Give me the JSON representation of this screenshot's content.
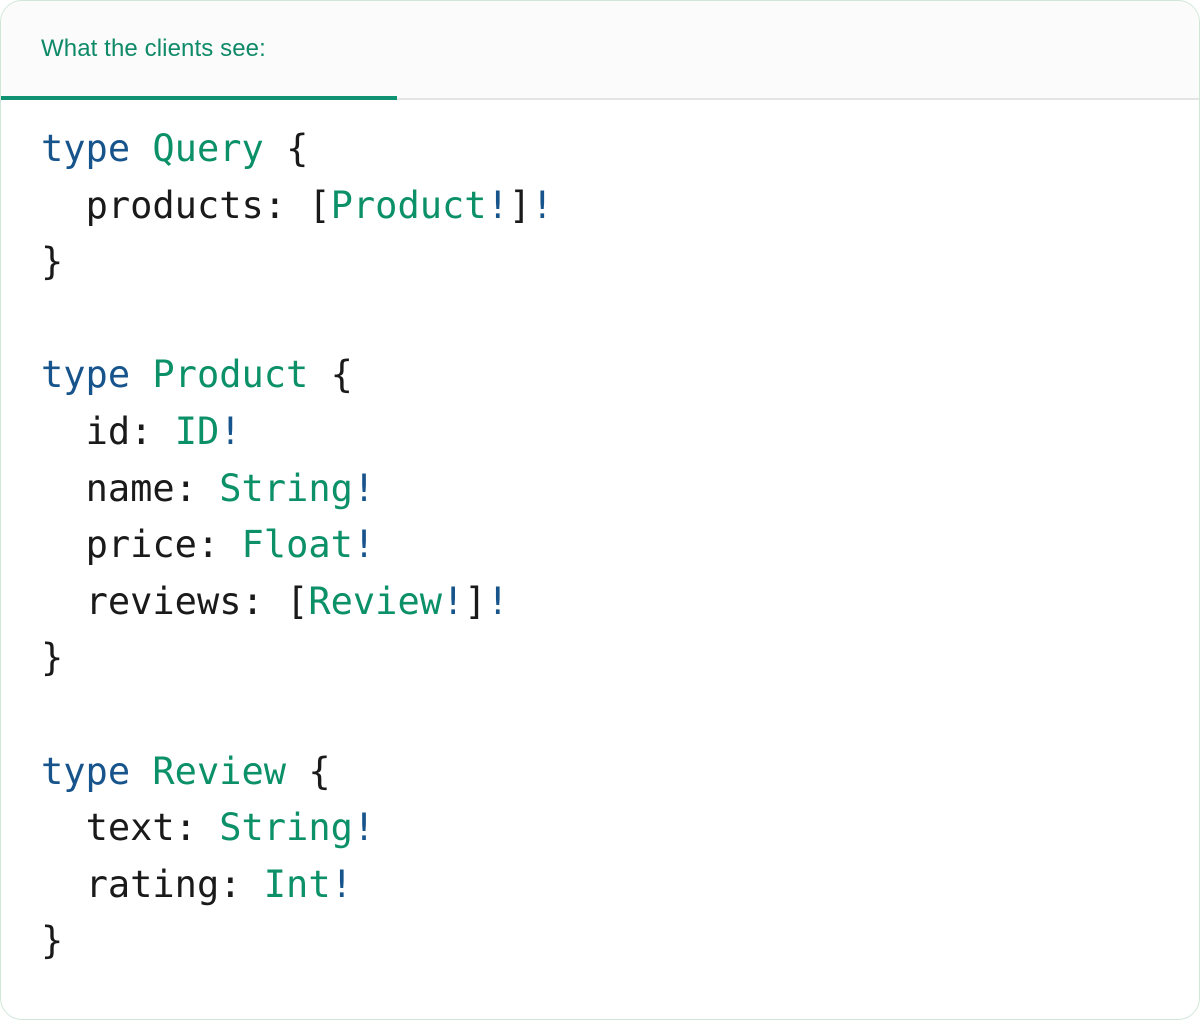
{
  "card": {
    "border_color": "#cfe6d8",
    "background": "#ffffff"
  },
  "header": {
    "background": "#fbfbfb",
    "divider_color": "#e4e4e4",
    "active_tab": {
      "label": "What the clients see:",
      "text_color": "#0f8a68",
      "underline_color": "#0f9272"
    }
  },
  "palette": {
    "keyword": "#17548c",
    "type_name": "#0b9068",
    "punctuation": "#1a1a1a",
    "non_null_bang": "#17548c",
    "field_name": "#1a1a1a"
  },
  "code": {
    "language": "graphql",
    "lines": [
      {
        "n": 1,
        "text": "type Query {",
        "tokens": [
          {
            "t": "type",
            "c": "keyword"
          },
          {
            "t": " ",
            "c": "plain"
          },
          {
            "t": "Query",
            "c": "type_name"
          },
          {
            "t": " ",
            "c": "plain"
          },
          {
            "t": "{",
            "c": "punctuation"
          }
        ]
      },
      {
        "n": 2,
        "text": "  products: [Product!]!",
        "tokens": [
          {
            "t": "  ",
            "c": "plain"
          },
          {
            "t": "products",
            "c": "field_name"
          },
          {
            "t": ":",
            "c": "punctuation"
          },
          {
            "t": " ",
            "c": "plain"
          },
          {
            "t": "[",
            "c": "punctuation"
          },
          {
            "t": "Product",
            "c": "type_name"
          },
          {
            "t": "!",
            "c": "non_null_bang"
          },
          {
            "t": "]",
            "c": "punctuation"
          },
          {
            "t": "!",
            "c": "non_null_bang"
          }
        ]
      },
      {
        "n": 3,
        "text": "}",
        "tokens": [
          {
            "t": "}",
            "c": "punctuation"
          }
        ]
      },
      {
        "n": 4,
        "text": "",
        "tokens": []
      },
      {
        "n": 5,
        "text": "type Product {",
        "tokens": [
          {
            "t": "type",
            "c": "keyword"
          },
          {
            "t": " ",
            "c": "plain"
          },
          {
            "t": "Product",
            "c": "type_name"
          },
          {
            "t": " ",
            "c": "plain"
          },
          {
            "t": "{",
            "c": "punctuation"
          }
        ]
      },
      {
        "n": 6,
        "text": "  id: ID!",
        "tokens": [
          {
            "t": "  ",
            "c": "plain"
          },
          {
            "t": "id",
            "c": "field_name"
          },
          {
            "t": ":",
            "c": "punctuation"
          },
          {
            "t": " ",
            "c": "plain"
          },
          {
            "t": "ID",
            "c": "type_name"
          },
          {
            "t": "!",
            "c": "non_null_bang"
          }
        ]
      },
      {
        "n": 7,
        "text": "  name: String!",
        "tokens": [
          {
            "t": "  ",
            "c": "plain"
          },
          {
            "t": "name",
            "c": "field_name"
          },
          {
            "t": ":",
            "c": "punctuation"
          },
          {
            "t": " ",
            "c": "plain"
          },
          {
            "t": "String",
            "c": "type_name"
          },
          {
            "t": "!",
            "c": "non_null_bang"
          }
        ]
      },
      {
        "n": 8,
        "text": "  price: Float!",
        "tokens": [
          {
            "t": "  ",
            "c": "plain"
          },
          {
            "t": "price",
            "c": "field_name"
          },
          {
            "t": ":",
            "c": "punctuation"
          },
          {
            "t": " ",
            "c": "plain"
          },
          {
            "t": "Float",
            "c": "type_name"
          },
          {
            "t": "!",
            "c": "non_null_bang"
          }
        ]
      },
      {
        "n": 9,
        "text": "  reviews: [Review!]!",
        "tokens": [
          {
            "t": "  ",
            "c": "plain"
          },
          {
            "t": "reviews",
            "c": "field_name"
          },
          {
            "t": ":",
            "c": "punctuation"
          },
          {
            "t": " ",
            "c": "plain"
          },
          {
            "t": "[",
            "c": "punctuation"
          },
          {
            "t": "Review",
            "c": "type_name"
          },
          {
            "t": "!",
            "c": "non_null_bang"
          },
          {
            "t": "]",
            "c": "punctuation"
          },
          {
            "t": "!",
            "c": "non_null_bang"
          }
        ]
      },
      {
        "n": 10,
        "text": "}",
        "tokens": [
          {
            "t": "}",
            "c": "punctuation"
          }
        ]
      },
      {
        "n": 11,
        "text": "",
        "tokens": []
      },
      {
        "n": 12,
        "text": "type Review {",
        "tokens": [
          {
            "t": "type",
            "c": "keyword"
          },
          {
            "t": " ",
            "c": "plain"
          },
          {
            "t": "Review",
            "c": "type_name"
          },
          {
            "t": " ",
            "c": "plain"
          },
          {
            "t": "{",
            "c": "punctuation"
          }
        ]
      },
      {
        "n": 13,
        "text": "  text: String!",
        "tokens": [
          {
            "t": "  ",
            "c": "plain"
          },
          {
            "t": "text",
            "c": "field_name"
          },
          {
            "t": ":",
            "c": "punctuation"
          },
          {
            "t": " ",
            "c": "plain"
          },
          {
            "t": "String",
            "c": "type_name"
          },
          {
            "t": "!",
            "c": "non_null_bang"
          }
        ]
      },
      {
        "n": 14,
        "text": "  rating: Int!",
        "tokens": [
          {
            "t": "  ",
            "c": "plain"
          },
          {
            "t": "rating",
            "c": "field_name"
          },
          {
            "t": ":",
            "c": "punctuation"
          },
          {
            "t": " ",
            "c": "plain"
          },
          {
            "t": "Int",
            "c": "type_name"
          },
          {
            "t": "!",
            "c": "non_null_bang"
          }
        ]
      },
      {
        "n": 15,
        "text": "}",
        "tokens": [
          {
            "t": "}",
            "c": "punctuation"
          }
        ]
      }
    ]
  }
}
